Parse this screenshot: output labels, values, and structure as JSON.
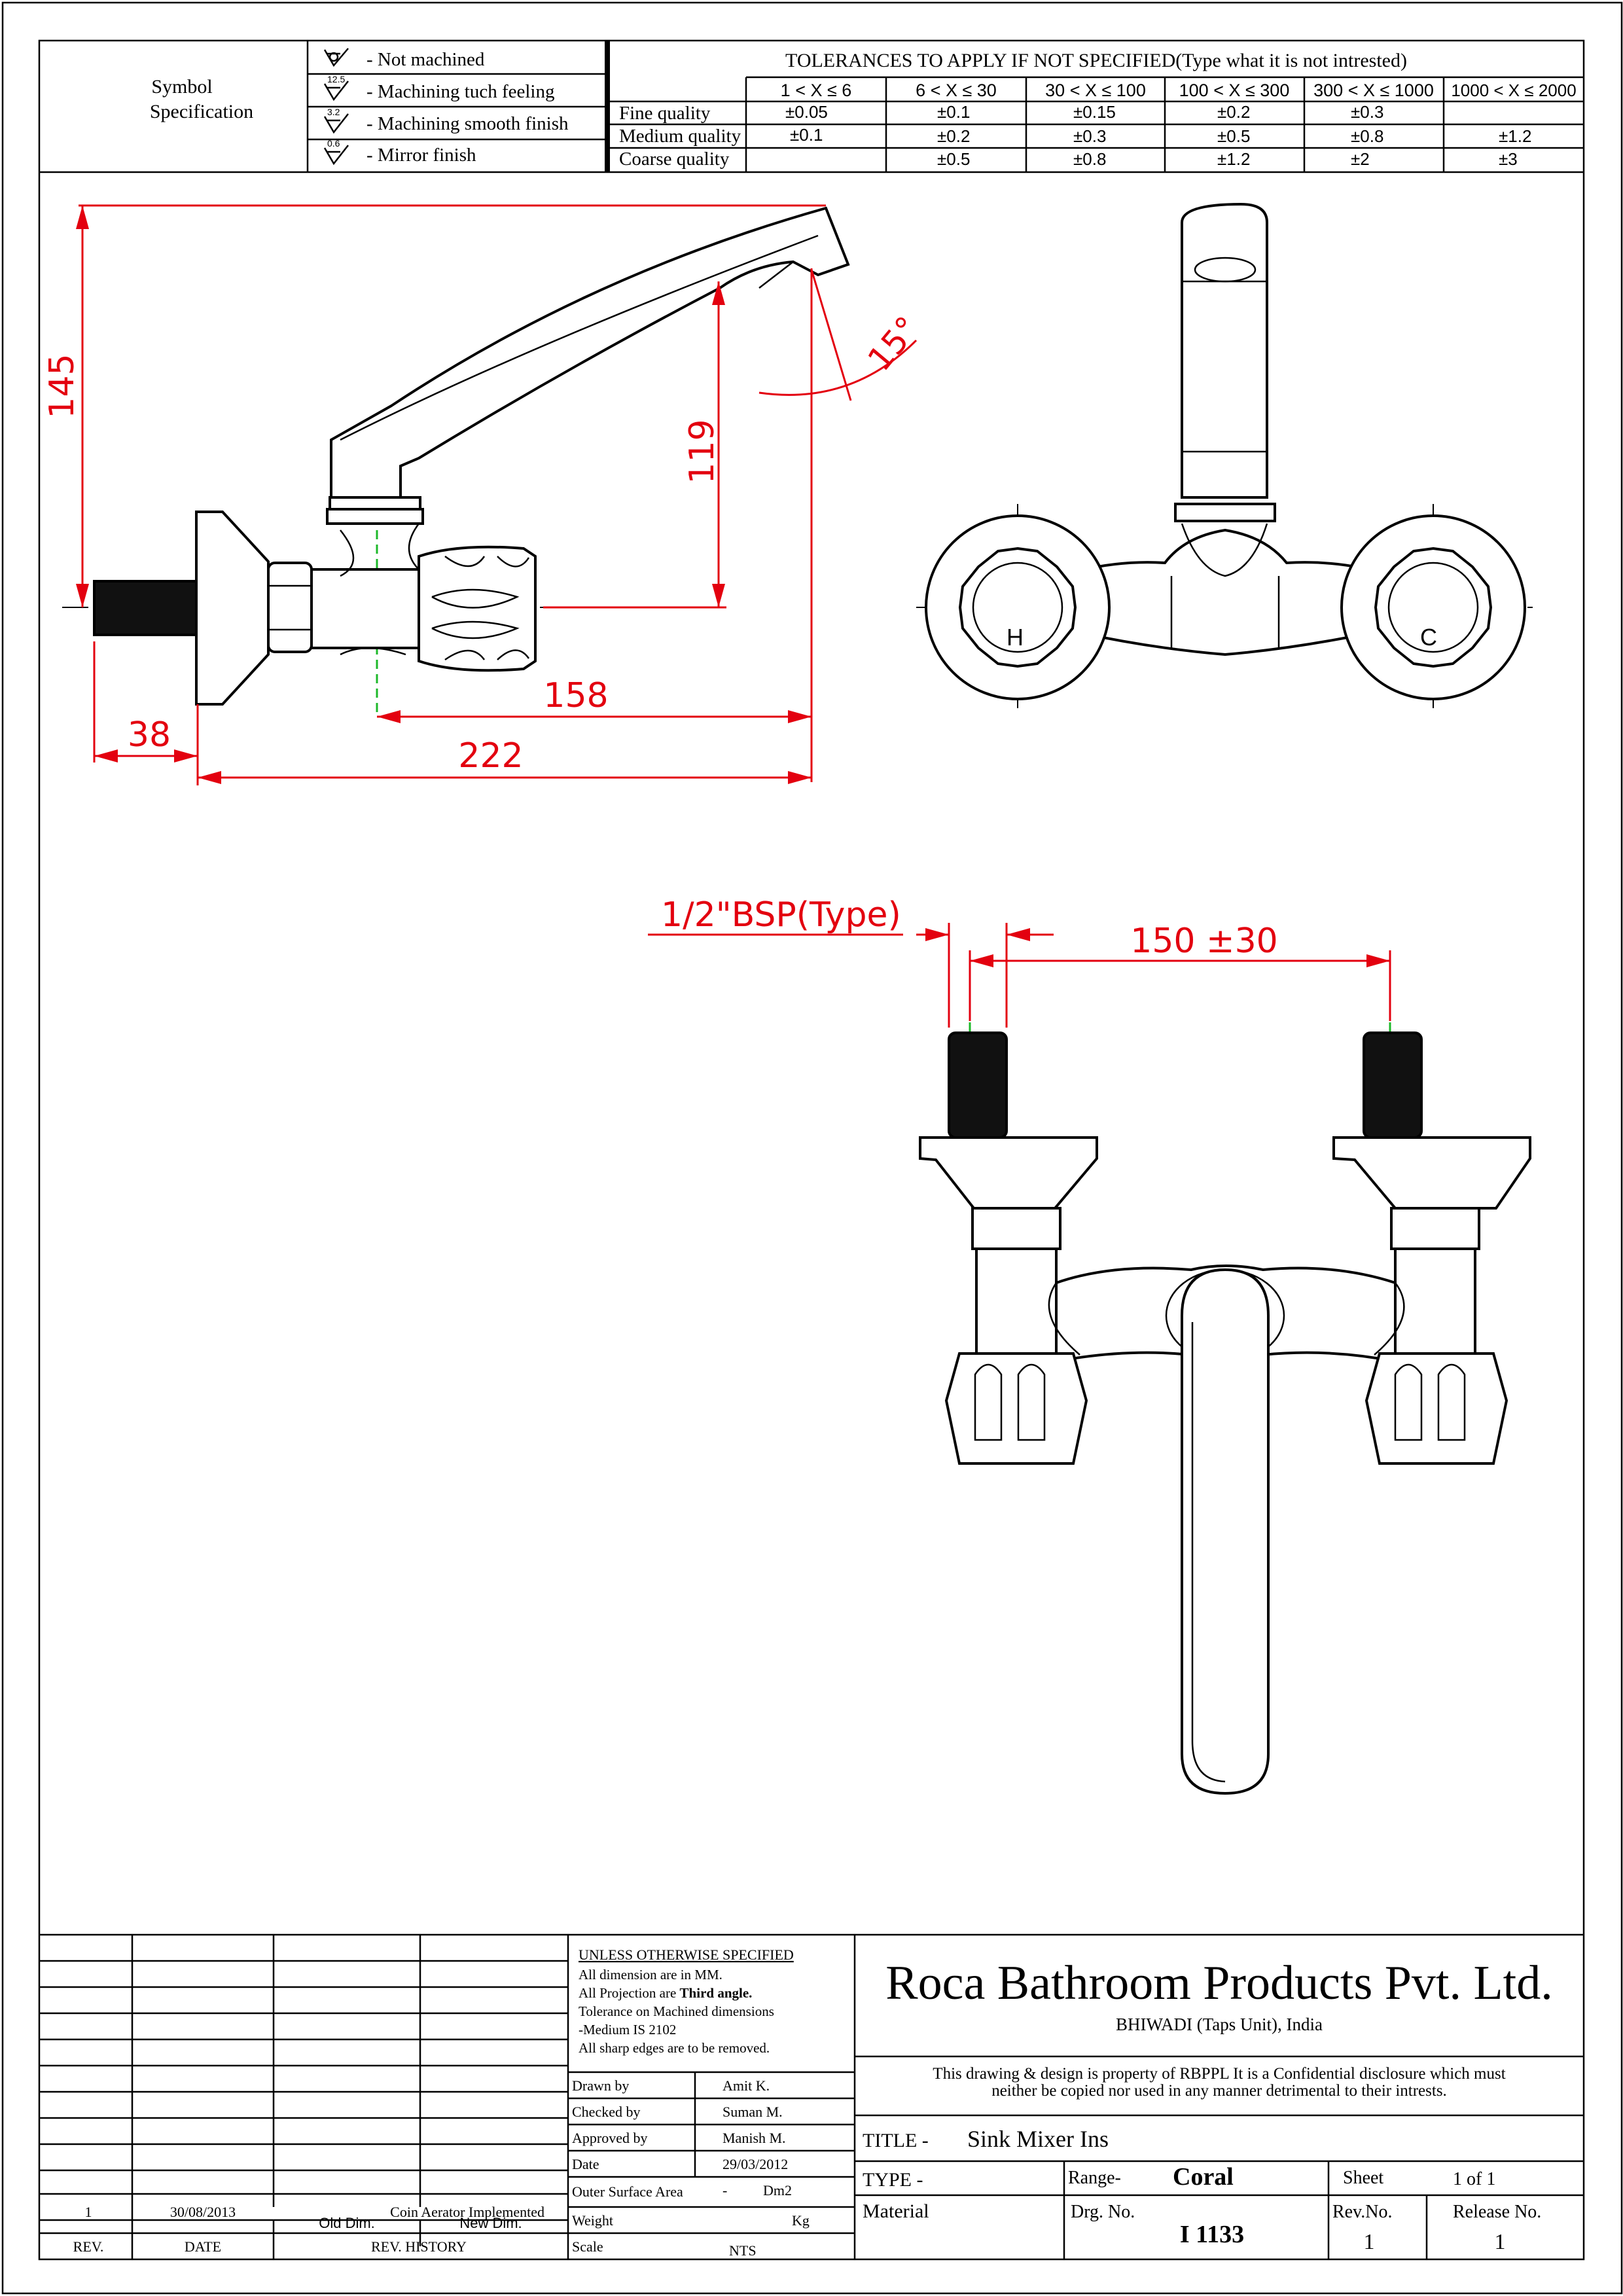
{
  "symbols": {
    "heading_line1": "Symbol",
    "heading_line2": "Specification",
    "items": [
      {
        "mark": "",
        "label": "- Not machined"
      },
      {
        "mark": "12.5",
        "label": "- Machining tuch feeling"
      },
      {
        "mark": "3.2",
        "label": "- Machining smooth finish"
      },
      {
        "mark": "0.6",
        "label": "- Mirror finish"
      }
    ]
  },
  "tolerances": {
    "title": "TOLERANCES TO APPLY IF NOT SPECIFIED(Type what it is not intrested)",
    "ranges": [
      "1 < X ≤ 6",
      "6 < X ≤ 30",
      "30 < X ≤ 100",
      "100 < X ≤ 300",
      "300 < X ≤ 1000",
      "1000 < X ≤ 2000"
    ],
    "rows": [
      {
        "quality": "Fine quality",
        "values": [
          "±0.05",
          "±0.1",
          "±0.15",
          "±0.2",
          "±0.3",
          ""
        ]
      },
      {
        "quality": "Medium quality",
        "values": [
          "±0.1",
          "±0.2",
          "±0.3",
          "±0.5",
          "±0.8",
          "±1.2"
        ]
      },
      {
        "quality": "Coarse quality",
        "values": [
          "",
          "±0.5",
          "±0.8",
          "±1.2",
          "±2",
          "±3"
        ]
      }
    ]
  },
  "dimensions": {
    "height_overall": "145",
    "height_spout": "119",
    "angle": "15°",
    "spout_reach": "158",
    "projection": "222",
    "inlet_length": "38",
    "thread": "1/2\"BSP(Type)",
    "centres": "150 ±30",
    "hot_mark": "H",
    "cold_mark": "C"
  },
  "title_block": {
    "rev_history": [
      {
        "rev": "1",
        "date": "30/08/2013",
        "text": "Coin Aerator Implemented"
      }
    ],
    "old_dim_label": "Old Dim.",
    "new_dim_label": "New Dim.",
    "rev_label": "REV.",
    "date_label": "DATE",
    "history_label": "REV. HISTORY",
    "notes_title": "UNLESS OTHERWISE SPECIFIED",
    "notes": [
      "All dimension are in MM.",
      "All Projection are ",
      "Tolerance on Machined dimensions",
      "-Medium IS 2102",
      "All sharp edges are to be removed."
    ],
    "projection_bold": "Third angle.",
    "drawn_by_label": "Drawn by",
    "drawn_by": "Amit K.",
    "checked_by_label": "Checked by",
    "checked_by": "Suman M.",
    "approved_by_label": "Approved by",
    "approved_by": "Manish M.",
    "date_field_label": "Date",
    "date": "29/03/2012",
    "area_label": "Outer Surface Area",
    "area_value": "-",
    "area_unit": "Dm2",
    "weight_label": "Weight",
    "weight_unit": "Kg",
    "scale_label": "Scale",
    "scale": "NTS",
    "company": "Roca Bathroom Products Pvt. Ltd.",
    "location": "BHIWADI (Taps Unit), India",
    "disclaimer_line1": "This drawing & design is property of RBPPL It is a Confidential disclosure which must",
    "disclaimer_line2": "neither be copied nor used in any manner detrimental to their intrests.",
    "title_label": "TITLE -",
    "title": "Sink Mixer  Ins",
    "type_label": "TYPE -",
    "range_label": "Range-",
    "range": "Coral",
    "sheet_label": "Sheet",
    "sheet": "1 of 1",
    "material_label": "Material",
    "drg_label": "Drg. No.",
    "drg_no": "I 1133",
    "rev_no_label": "Rev.No.",
    "rev_no": "1",
    "release_label": "Release No.",
    "release_no": "1"
  }
}
